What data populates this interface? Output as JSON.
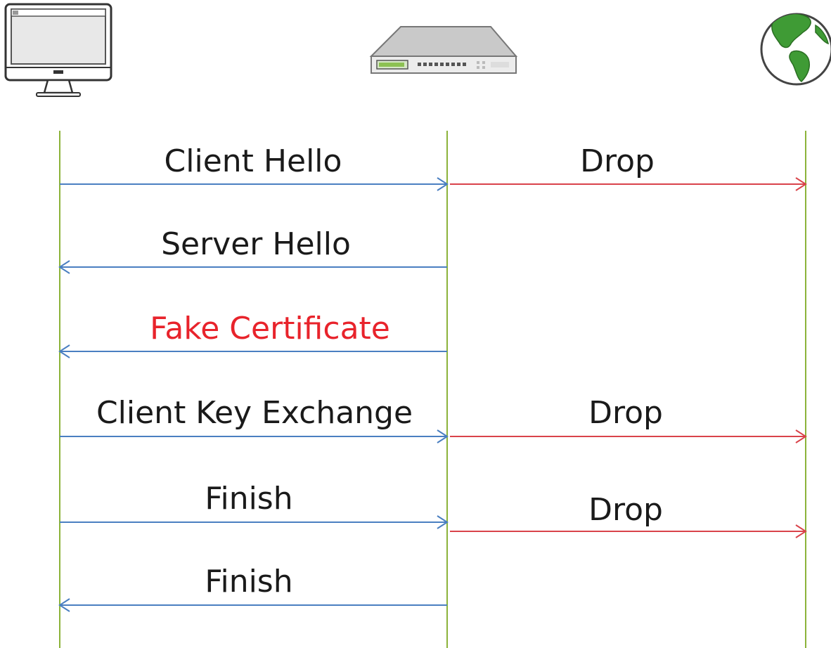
{
  "colors": {
    "lifeline": "#8cb33a",
    "request_arrow": "#4a7fc1",
    "drop_arrow": "#d9434a",
    "label_text": "#1a1a1a",
    "alert_text": "#e8232b",
    "globe_ocean": "#ffffff",
    "globe_land": "#3f9b35"
  },
  "participants": [
    {
      "id": "client",
      "icon": "computer-monitor-icon"
    },
    {
      "id": "proxy",
      "icon": "network-appliance-icon"
    },
    {
      "id": "internet",
      "icon": "globe-icon"
    }
  ],
  "messages": [
    {
      "label": "Client Hello",
      "from": "client",
      "to": "proxy",
      "style": "normal"
    },
    {
      "label": "Drop",
      "from": "proxy",
      "to": "internet",
      "style": "normal"
    },
    {
      "label": "Server Hello",
      "from": "proxy",
      "to": "client",
      "style": "normal"
    },
    {
      "label": "Fake Certificate",
      "from": "proxy",
      "to": "client",
      "style": "alert"
    },
    {
      "label": "Client Key Exchange",
      "from": "client",
      "to": "proxy",
      "style": "normal"
    },
    {
      "label": "Drop",
      "from": "proxy",
      "to": "internet",
      "style": "normal"
    },
    {
      "label": "Finish",
      "from": "client",
      "to": "proxy",
      "style": "normal"
    },
    {
      "label": "Drop",
      "from": "proxy",
      "to": "internet",
      "style": "normal"
    },
    {
      "label": "Finish",
      "from": "proxy",
      "to": "client",
      "style": "normal"
    }
  ]
}
